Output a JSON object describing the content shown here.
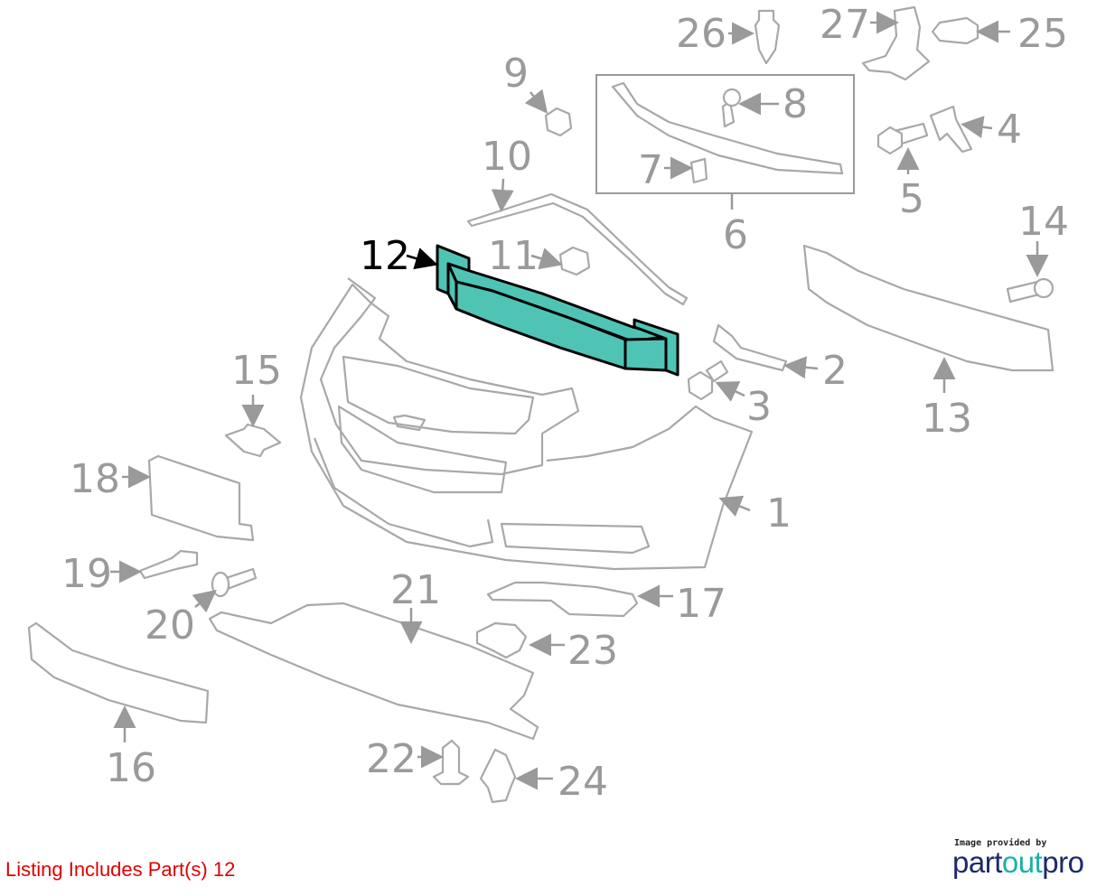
{
  "diagram": {
    "callouts": {
      "c1": "1",
      "c2": "2",
      "c3": "3",
      "c4": "4",
      "c5": "5",
      "c6": "6",
      "c7": "7",
      "c8": "8",
      "c9": "9",
      "c10": "10",
      "c11": "11",
      "c12": "12",
      "c13": "13",
      "c14": "14",
      "c15": "15",
      "c16": "16",
      "c17": "17",
      "c18": "18",
      "c19": "19",
      "c20": "20",
      "c21": "21",
      "c22": "22",
      "c23": "23",
      "c24": "24",
      "c25": "25",
      "c26": "26",
      "c27": "27"
    },
    "highlighted_part": "12",
    "highlight_color": "#4fc4b4"
  },
  "footer": {
    "listing_text": "Listing Includes Part(s) 12",
    "color": "#e00000"
  },
  "logo": {
    "caption": "Image provided by",
    "brand_part1": "part",
    "brand_part2": "out",
    "brand_part3": "pro"
  }
}
